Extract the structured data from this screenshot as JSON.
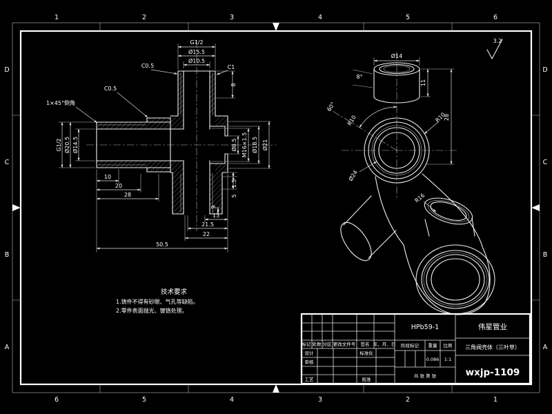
{
  "frame": {
    "cols_top": [
      "1",
      "2",
      "3",
      "4",
      "5",
      "6"
    ],
    "cols_bottom": [
      "6",
      "5",
      "4",
      "3",
      "2",
      "1"
    ],
    "rows_left": [
      "D",
      "C",
      "B",
      "A"
    ],
    "rows_right": [
      "D",
      "C",
      "B",
      "A"
    ]
  },
  "surface_finish": "3.2",
  "front_view": {
    "g12_top": "G1/2",
    "d155": "Ø15.5",
    "d105": "Ø10.5",
    "c05a": "C0.5",
    "c1": "C1",
    "c05b": "C0.5",
    "chamfer_note": "1×45°倒角",
    "g12_left": "G1/2",
    "d205": "Ø20.5",
    "d145": "Ø14.5",
    "n10": "10",
    "n20": "20",
    "n28": "28",
    "n505": "50.5",
    "n13": "13",
    "n215": "21.5",
    "n22": "22",
    "d85": "Ø8.5",
    "m16": "M16×1.5",
    "d185": "Ø18.5",
    "d21": "Ø21",
    "n8": "8",
    "n15": "1.5",
    "n5": "5",
    "n9": "9"
  },
  "iso_view": {
    "d14": "Ø14",
    "a8": "8°",
    "n11": "11",
    "n28": "28",
    "r10a": "R10",
    "r10b": "R10",
    "a60": "60°",
    "d24": "Ø24",
    "r16": "R16"
  },
  "tech_req": {
    "title": "技术要求",
    "line1": "1.铸件不得有砂眼、气孔等缺陷。",
    "line2": "2.零件表面抛光、镀铬处理。"
  },
  "title_block": {
    "material": "HPb59-1",
    "company": "伟星管业",
    "part_name": "三角阀壳体（三叶草）",
    "drawing_no": "wxjp-1109",
    "weight_value": "0.086",
    "scale_value": "1:1",
    "labels": {
      "mark": "标记",
      "count": "处数",
      "zone": "分区",
      "change_doc": "更改文件号",
      "sign": "签名",
      "date": "年、月、日",
      "design": "设计",
      "standardize": "标准化",
      "review": "审核",
      "process": "工艺",
      "approve": "批准",
      "stage_mark": "阶段标记",
      "weight": "重量",
      "scale": "比例",
      "sheets": "共 张 第 张"
    }
  }
}
